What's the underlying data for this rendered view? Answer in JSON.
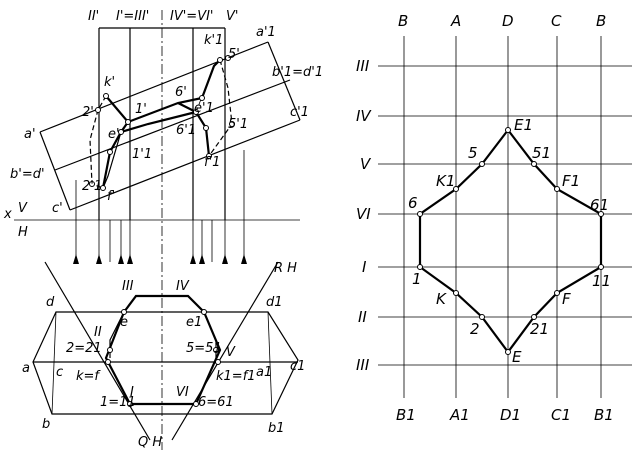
{
  "projection": {
    "front_top_labels": [
      "II'",
      "I'=III'",
      "IV'=VI'",
      "V'"
    ],
    "front_points": [
      "a'",
      "a'1",
      "b'1=d'1",
      "c'1",
      "b'=d'",
      "c'",
      "k'",
      "k'1",
      "2'",
      "1'",
      "6'",
      "5'",
      "e'",
      "e'1",
      "1'1",
      "6'1",
      "5'1",
      "2'1",
      "f'",
      "f'1"
    ],
    "axis": {
      "x": "x",
      "v": "V",
      "h": "H"
    },
    "plan_points": [
      "d",
      "d1",
      "a",
      "a1",
      "b",
      "b1",
      "c",
      "c1",
      "III",
      "IV",
      "II",
      "V",
      "I",
      "VI",
      "e",
      "e1",
      "2=21",
      "5=51",
      "k=f",
      "k1=f1",
      "1=11",
      "6=61"
    ],
    "planes": {
      "r": "R H",
      "q": "Q H"
    }
  },
  "development": {
    "columns_top": [
      "B",
      "A",
      "D",
      "C",
      "B"
    ],
    "columns_bottom": [
      "B1",
      "A1",
      "D1",
      "C1",
      "B1"
    ],
    "rows": [
      "III",
      "IV",
      "V",
      "VI",
      "I",
      "II",
      "III"
    ],
    "vertices": [
      "E1",
      "5",
      "51",
      "K1",
      "F1",
      "6",
      "61",
      "1",
      "11",
      "K",
      "F",
      "2",
      "21",
      "E"
    ]
  }
}
